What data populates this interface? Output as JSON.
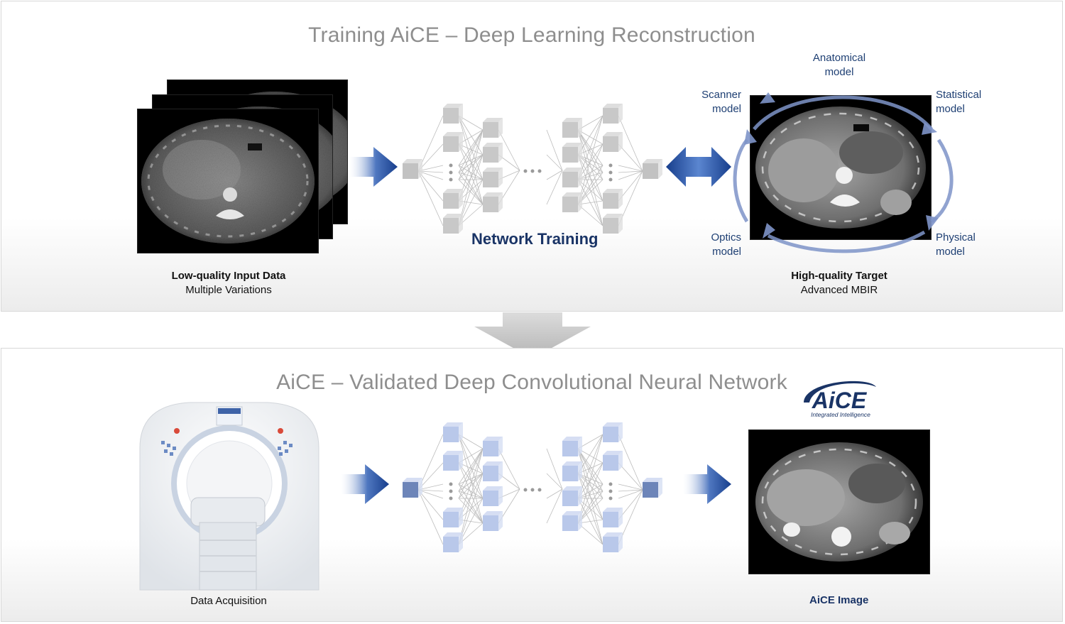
{
  "top_panel": {
    "title": "Training AiCE – Deep Learning Reconstruction",
    "input_caption": {
      "bold": "Low-quality Input Data",
      "sub": "Multiple Variations"
    },
    "network_label": "Network Training",
    "target_caption": {
      "bold": "High-quality Target",
      "sub": "Advanced MBIR"
    },
    "models": {
      "anatomical": [
        "Anatomical",
        "model"
      ],
      "scanner": [
        "Scanner",
        "model"
      ],
      "statistical": [
        "Statistical",
        "model"
      ],
      "optics": [
        "Optics",
        "model"
      ],
      "physical": [
        "Physical",
        "model"
      ]
    }
  },
  "bottom_panel": {
    "title": "AiCE – Validated Deep Convolutional Neural Network",
    "acquisition_caption": "Data Acquisition",
    "logo": {
      "text": "AiCE",
      "tagline": "Integrated Intelligence"
    },
    "output_caption": "AiCE Image"
  },
  "colors": {
    "accent_blue": "#1a3466",
    "arrow_blue": "#1f4f9e",
    "node_gray": "#c8c8c8",
    "node_blue": "#b9c8ea",
    "title_gray": "#8e8e8e"
  }
}
